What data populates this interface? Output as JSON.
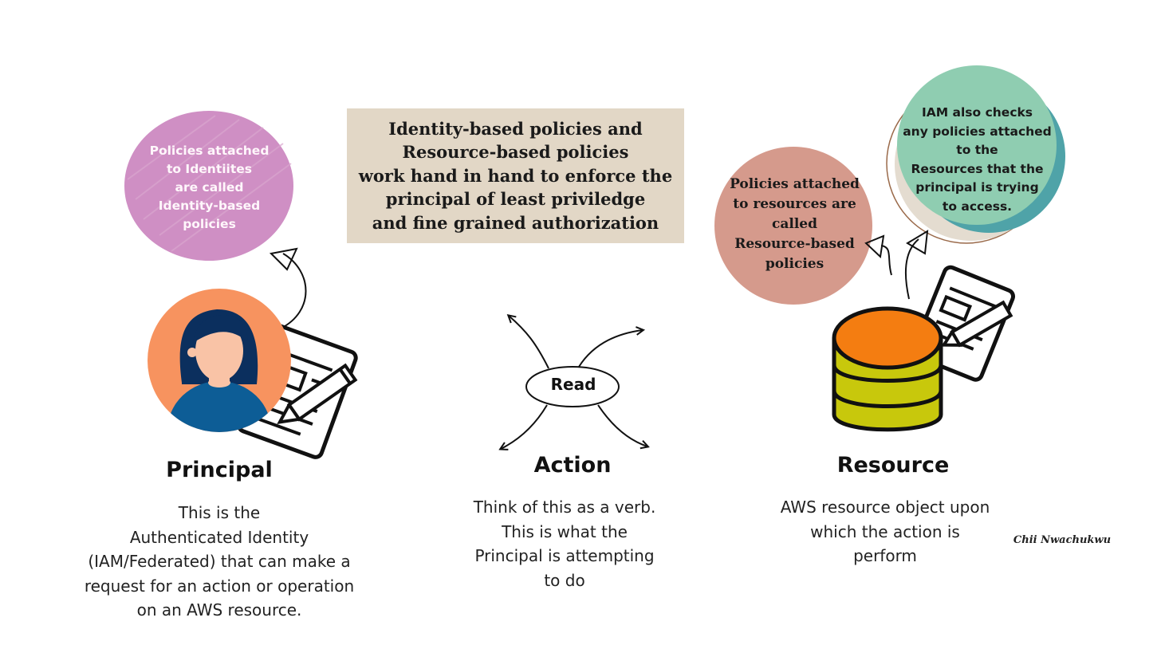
{
  "center_box": {
    "lines": [
      "Identity-based policies  and",
      "Resource-based  policies",
      "work hand in hand to enforce the",
      "principal of least priviledge",
      "and fine grained authorization"
    ]
  },
  "identity_bubble": {
    "lines": [
      "Policies attached",
      "to Identiites",
      "are called",
      "Identity-based",
      "policies"
    ]
  },
  "resource_bubble": {
    "lines": [
      "Policies attached",
      "to resources are",
      "called",
      "Resource-based",
      "policies"
    ]
  },
  "iam_bubble": {
    "lines": [
      "IAM also checks",
      "any policies attached",
      "to the",
      "Resources that the",
      "principal is trying",
      "to access."
    ]
  },
  "principal": {
    "title": "Principal",
    "description": [
      "This is the",
      "Authenticated Identity",
      " (IAM/Federated) that can make a",
      "request for an action or operation",
      "on an AWS resource."
    ]
  },
  "action": {
    "title": "Action",
    "node_label": "Read",
    "description": [
      "Think of this as a verb.",
      "This is what the",
      "Principal is attempting",
      "to do"
    ]
  },
  "resource": {
    "title": "Resource",
    "description": [
      "AWS resource object upon",
      "which the action is",
      "perform"
    ]
  },
  "signature": "Chii Nwachukwu",
  "colors": {
    "box": "#e2d7c6",
    "pink_bubble": "#cf8fc4",
    "salmon_bubble": "#d59a8c",
    "green_bubble": "#8fcdb1",
    "teal_shadow": "#4fa3a8",
    "avatar_bg": "#f7935f",
    "hair": "#0b2f5e",
    "shirt": "#0d5d96",
    "skin": "#f9c3a6",
    "db_top": "#f47d11",
    "db_body": "#c8c80c"
  }
}
